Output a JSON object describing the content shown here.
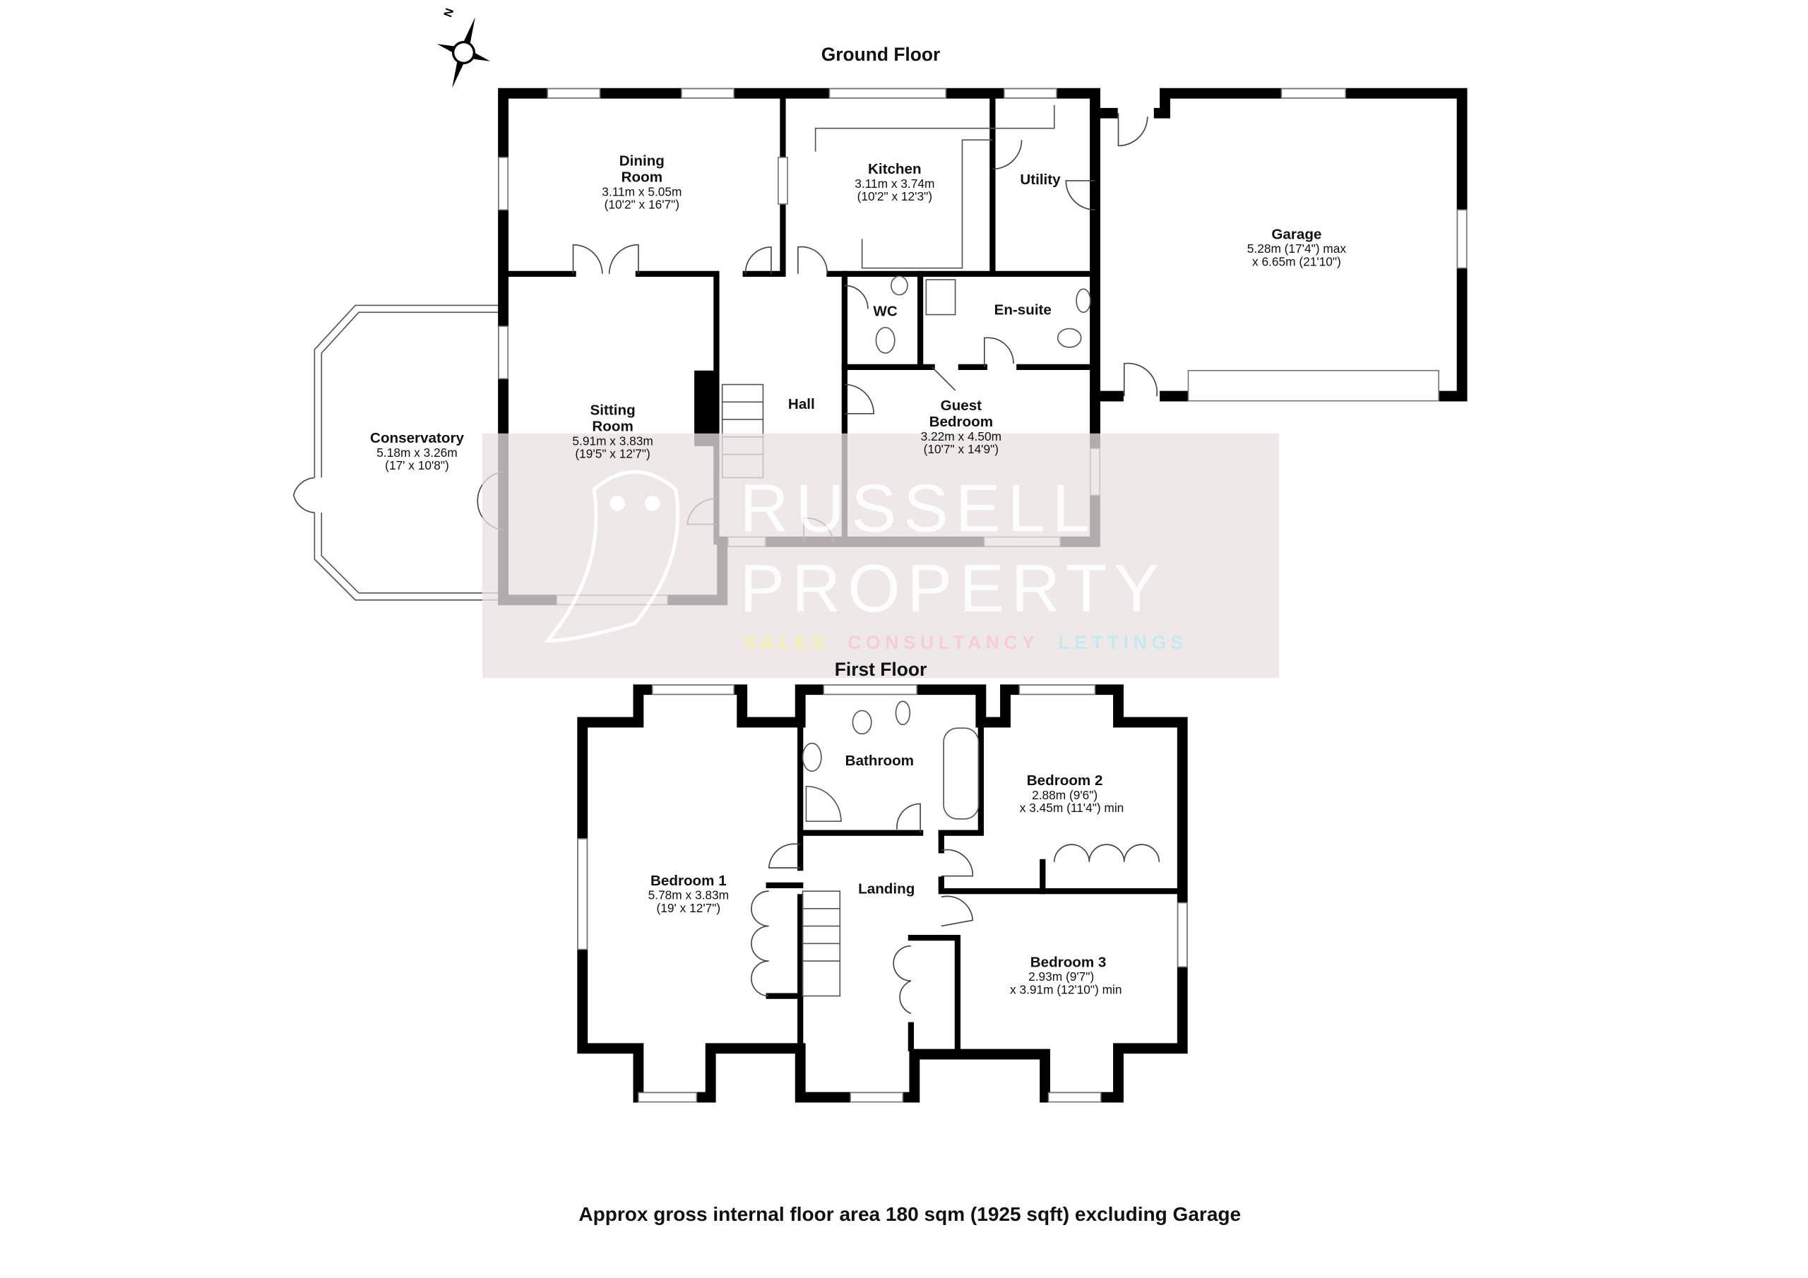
{
  "floors": {
    "ground": {
      "title": "Ground Floor",
      "rooms": [
        {
          "name": "Dining",
          "name2": "Room",
          "dim": "3.11m x 5.05m",
          "dim_imp": "(10'2\" x 16'7\")"
        },
        {
          "name": "Kitchen",
          "dim": "3.11m x 3.74m",
          "dim_imp": "(10'2\" x 12'3\")"
        },
        {
          "name": "Utility"
        },
        {
          "name": "Garage",
          "dim": "5.28m (17'4\") max",
          "dim_imp": "x 6.65m (21'10\")"
        },
        {
          "name": "WC"
        },
        {
          "name": "En-suite"
        },
        {
          "name": "Hall"
        },
        {
          "name": "Sitting",
          "name2": "Room",
          "dim": "5.91m x 3.83m",
          "dim_imp": "(19'5\" x 12'7\")"
        },
        {
          "name": "Conservatory",
          "dim": "5.18m x 3.26m",
          "dim_imp": "(17' x 10'8\")"
        },
        {
          "name": "Guest",
          "name2": "Bedroom",
          "dim": "3.22m x 4.50m",
          "dim_imp": "(10'7\" x 14'9\")"
        }
      ]
    },
    "first": {
      "title": "First Floor",
      "rooms": [
        {
          "name": "Bathroom"
        },
        {
          "name": "Bedroom 2",
          "dim": "2.88m (9'6\")",
          "dim_imp": "x 3.45m (11'4\") min"
        },
        {
          "name": "Bedroom 1",
          "dim": "5.78m x 3.83m",
          "dim_imp": "(19' x 12'7\")"
        },
        {
          "name": "Landing"
        },
        {
          "name": "Bedroom 3",
          "dim": "2.93m (9'7\")",
          "dim_imp": "x 3.91m (12'10\") min"
        }
      ]
    }
  },
  "compass": {
    "label": "N",
    "icon": "compass-rose-icon"
  },
  "watermark": {
    "line1": "RUSSELL",
    "line2": "PROPERTY",
    "tagline": [
      "SALES",
      "CONSULTANCY",
      "LETTINGS"
    ],
    "tagline_colors": [
      "#f3f0a8",
      "#f6c9cf",
      "#bfe6f0"
    ],
    "background": "#e9e0e3",
    "icon": "owl-logo-icon"
  },
  "footer": {
    "area_text": "Approx gross internal floor area 180 sqm (1925 sqft) excluding Garage"
  }
}
